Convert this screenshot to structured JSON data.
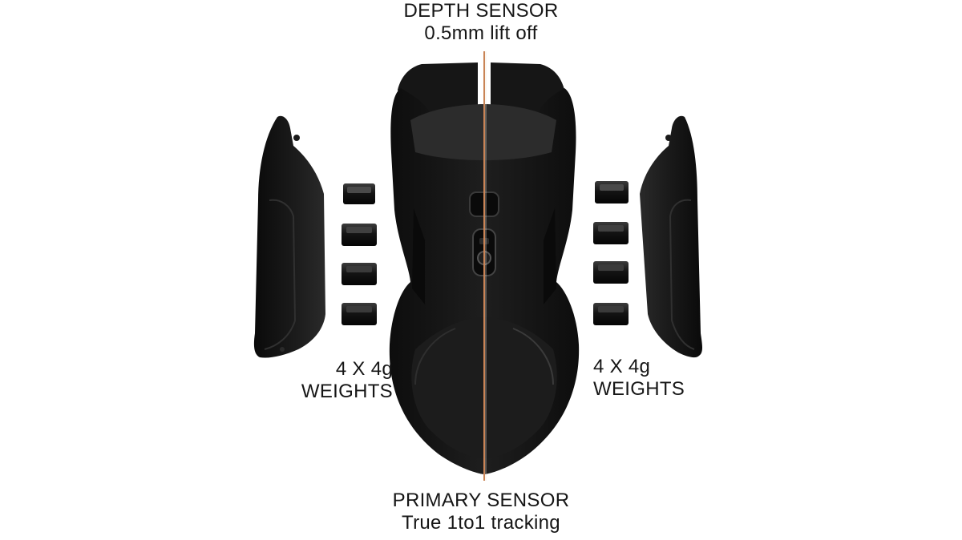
{
  "labels": {
    "depth_sensor": {
      "title": "DEPTH SENSOR",
      "detail": "0.5mm lift off"
    },
    "primary_sensor": {
      "title": "PRIMARY SENSOR",
      "detail": "True 1to1 tracking"
    },
    "weights_left": {
      "count": "4 X 4g",
      "name": "WEIGHTS"
    },
    "weights_right": {
      "count": "4 X 4g",
      "name": "WEIGHTS"
    }
  },
  "colors": {
    "background": "#ffffff",
    "mouse_body": "#121212",
    "mouse_highlight": "#3a3a3a",
    "sensor_line": "#c98456"
  }
}
